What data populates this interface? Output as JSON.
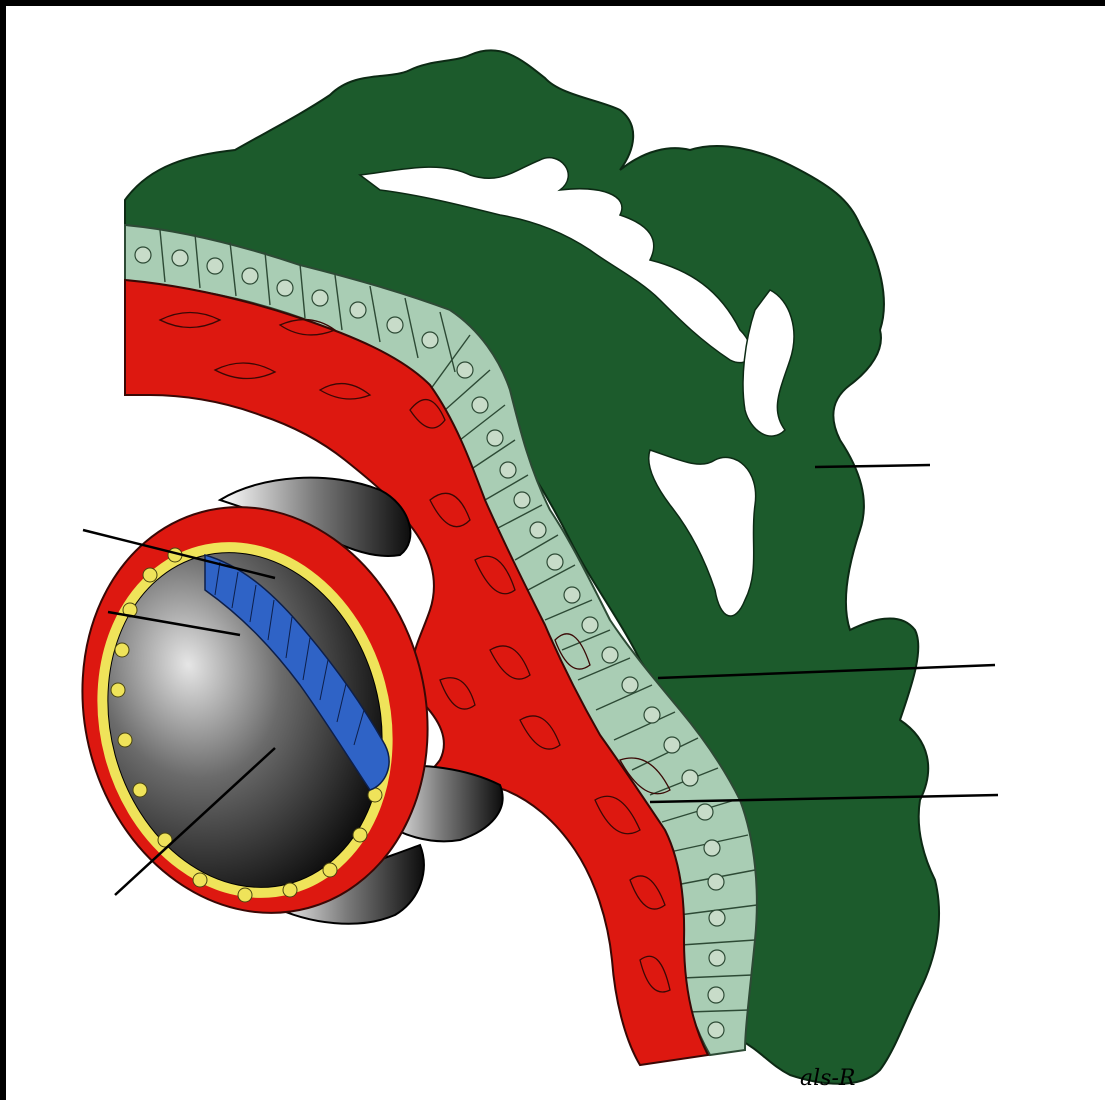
{
  "figure": {
    "signature": "als-R",
    "colors": {
      "cytotrophoblast": "#1c5b2c",
      "cell_layer": "#a9cdb4",
      "connective_tissue": "#dd1810",
      "vessel_endothelium": "#efe35a",
      "vessel_wall_band": "#2f63c6",
      "frame": "#000000",
      "background": "#ffffff"
    },
    "leader_lines": [
      {
        "name": "leader-line-green-mass"
      },
      {
        "name": "leader-line-cell-layer"
      },
      {
        "name": "leader-line-red-tissue"
      },
      {
        "name": "leader-line-vessel-top"
      },
      {
        "name": "leader-line-vessel-middle"
      },
      {
        "name": "leader-line-vessel-lumen"
      }
    ]
  }
}
